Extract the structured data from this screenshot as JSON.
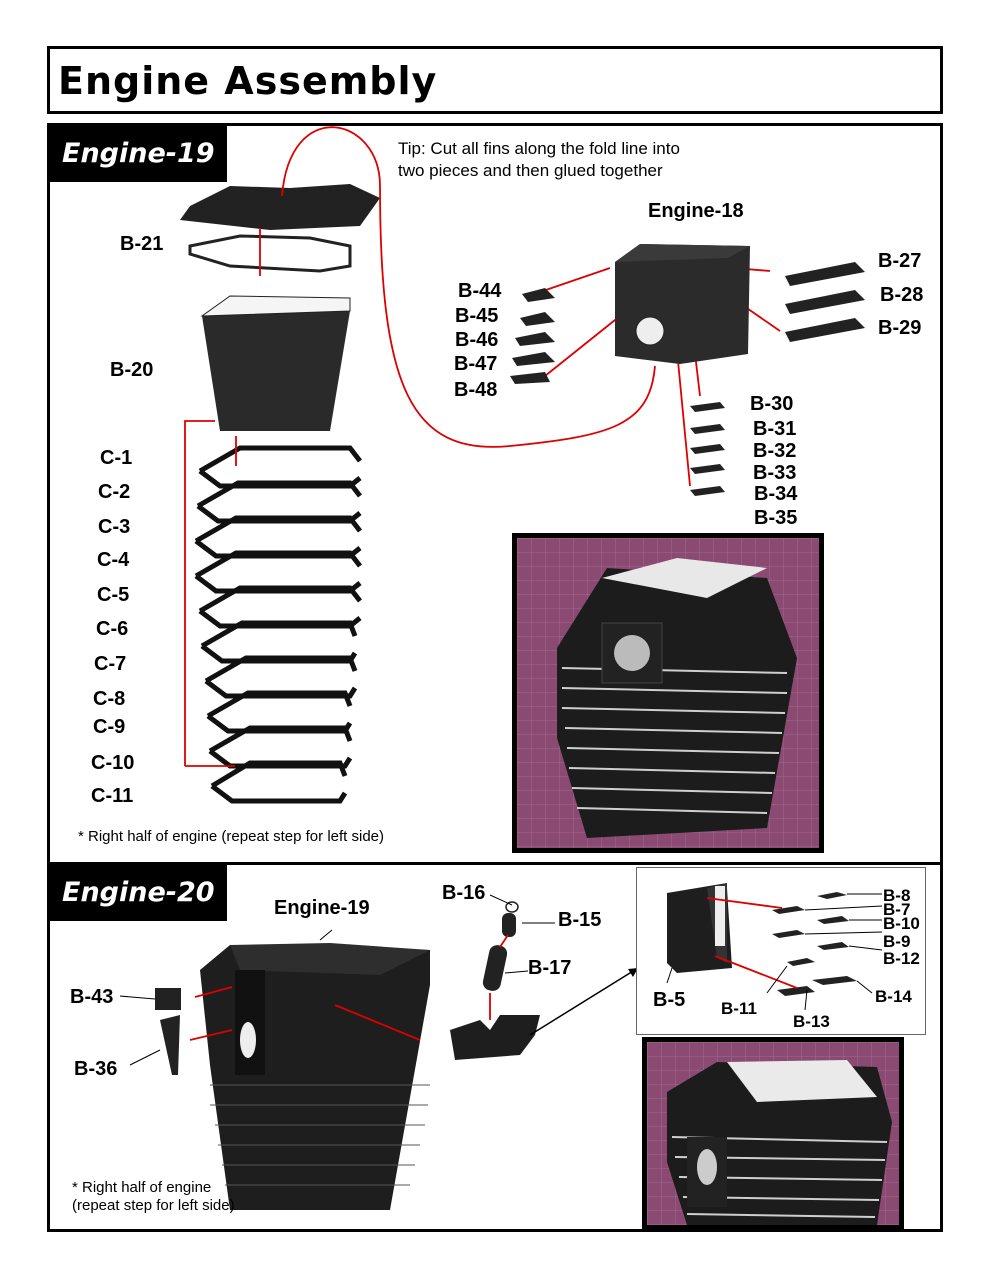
{
  "header": {
    "title": "Engine Assembly"
  },
  "step19": {
    "tag": "Engine-19",
    "tip": "Tip: Cut all fins along the fold line into two pieces and then glued together",
    "engine18": "Engine-18",
    "labels": {
      "b21": "B-21",
      "b20": "B-20",
      "c1": "C-1",
      "c2": "C-2",
      "c3": "C-3",
      "c4": "C-4",
      "c5": "C-5",
      "c6": "C-6",
      "c7": "C-7",
      "c8": "C-8",
      "c9": "C-9",
      "c10": "C-10",
      "c11": "C-11",
      "b44": "B-44",
      "b45": "B-45",
      "b46": "B-46",
      "b47": "B-47",
      "b48": "B-48",
      "b27": "B-27",
      "b28": "B-28",
      "b29": "B-29",
      "b30": "B-30",
      "b31": "B-31",
      "b32": "B-32",
      "b33": "B-33",
      "b34": "B-34",
      "b35": "B-35"
    },
    "note": "* Right half of engine (repeat step for left side)"
  },
  "step20": {
    "tag": "Engine-20",
    "engine19": "Engine-19",
    "labels": {
      "b43": "B-43",
      "b36": "B-36",
      "b16": "B-16",
      "b15": "B-15",
      "b17": "B-17",
      "b5": "B-5",
      "b8": "B-8",
      "b7": "B-7",
      "b10": "B-10",
      "b9": "B-9",
      "b12": "B-12",
      "b11": "B-11",
      "b13": "B-13",
      "b14": "B-14"
    },
    "note_line1": "* Right half of engine",
    "note_line2": "(repeat step for left side)"
  }
}
